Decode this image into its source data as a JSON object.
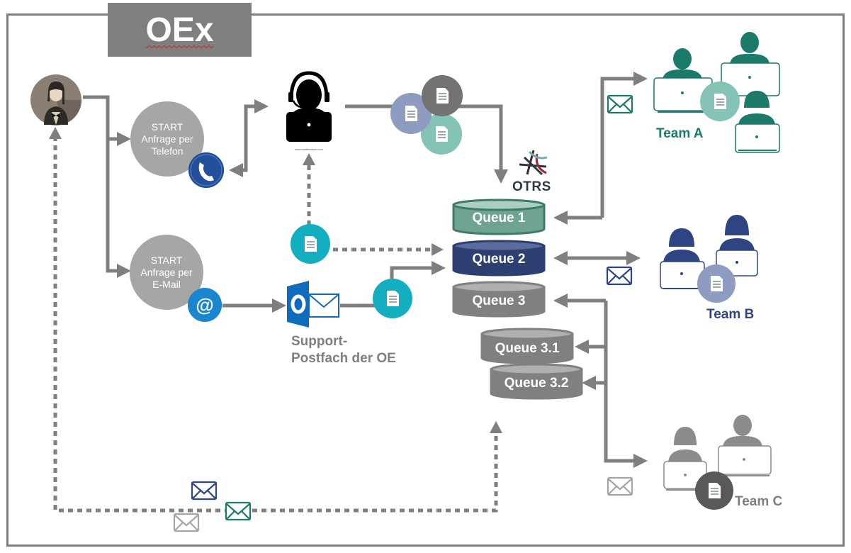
{
  "title": "OEx",
  "colors": {
    "arrow": "#7f7f7f",
    "start_circle": "#a6a6a6",
    "team_a": "#1b7a6a",
    "team_b": "#2e4582",
    "team_c": "#8c8c8c",
    "queue1": "#6fa394",
    "queue2": "#2e3f72",
    "queue3": "#808080",
    "doc_teal": "#13aebf",
    "outlook_blue": "#0f6cbd",
    "phone_blue": "#1f4e9a",
    "at_blue": "#1a86d0"
  },
  "start_nodes": [
    {
      "id": "phone",
      "lines": [
        "START",
        "Anfrage per",
        "Telefon"
      ],
      "icon": "phone-icon"
    },
    {
      "id": "email",
      "lines": [
        "START",
        "Anfrage per",
        "E-Mail"
      ],
      "icon": "at-sign-icon"
    }
  ],
  "support_mailbox": {
    "lines": [
      "Support-",
      "Postfach der OE"
    ],
    "icon": "outlook-icon"
  },
  "ticket_system": {
    "name": "OTRS"
  },
  "queues": [
    {
      "label": "Queue 1"
    },
    {
      "label": "Queue 2"
    },
    {
      "label": "Queue 3"
    },
    {
      "label": "Queue 3.1"
    },
    {
      "label": "Queue 3.2"
    }
  ],
  "teams": [
    {
      "label": "Team A"
    },
    {
      "label": "Team B"
    },
    {
      "label": "Team C"
    }
  ],
  "icons": {
    "customer": "customer-avatar-icon",
    "agent": "service-desk-agent-icon",
    "document": "document-icon",
    "mail": "envelope-icon"
  }
}
